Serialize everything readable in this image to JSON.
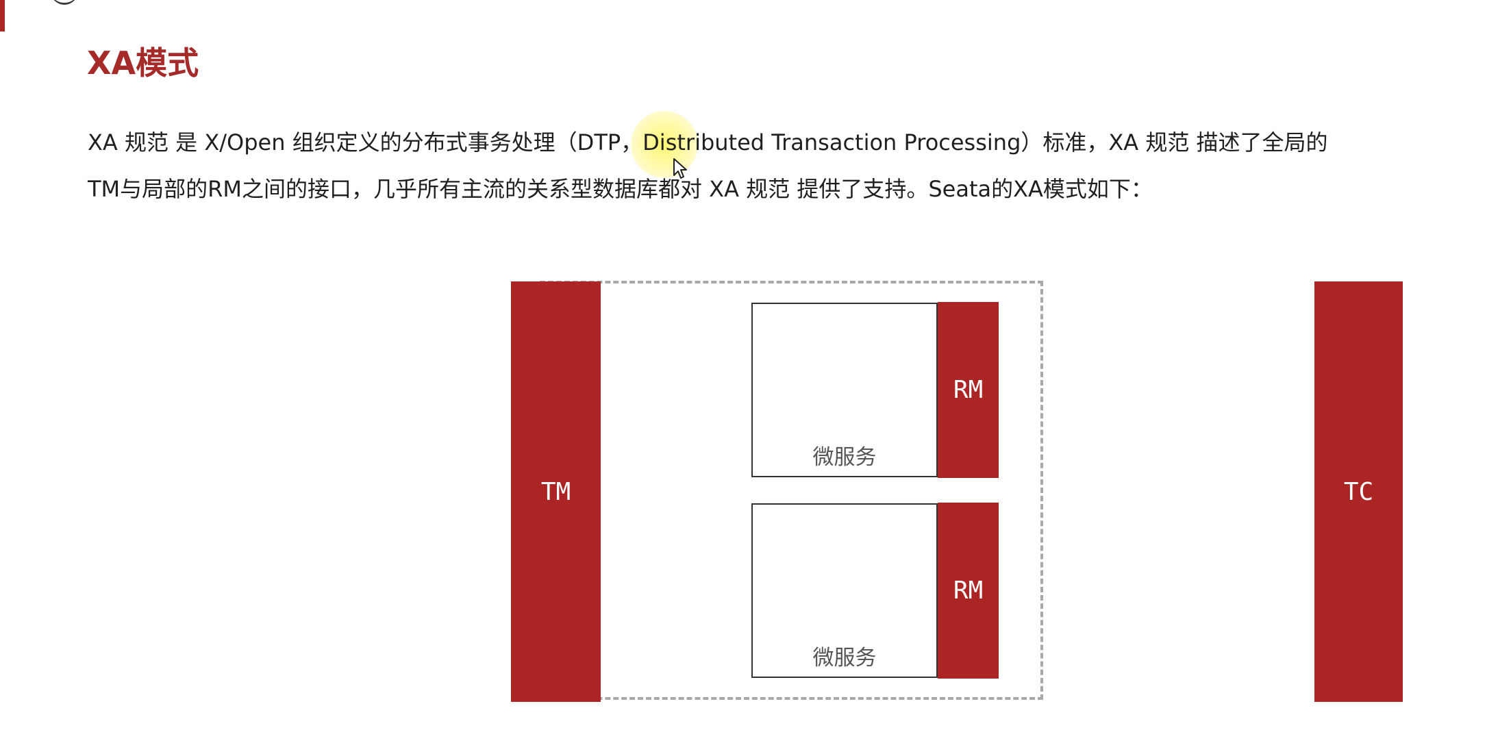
{
  "slide": {
    "title": "XA模式",
    "paragraph": {
      "line1": "XA 规范 是 X/Open 组织定义的分布式事务处理（DTP，Distributed Transaction Processing）标准，XA 规范 描述了全局的",
      "line2": "TM与局部的RM之间的接口，几乎所有主流的关系型数据库都对 XA 规范 提供了支持。Seata的XA模式如下："
    }
  },
  "diagram": {
    "tm_label": "TM",
    "tc_label": "TC",
    "services": [
      {
        "service_label": "微服务",
        "rm_label": "RM"
      },
      {
        "service_label": "微服务",
        "rm_label": "RM"
      }
    ]
  },
  "colors": {
    "accent": "#ab2525",
    "title": "#a52a2a",
    "dashed_border": "#a8a8a8",
    "cursor_highlight": "#fff55a"
  },
  "icons": {
    "cursor": "mouse-pointer-icon"
  }
}
